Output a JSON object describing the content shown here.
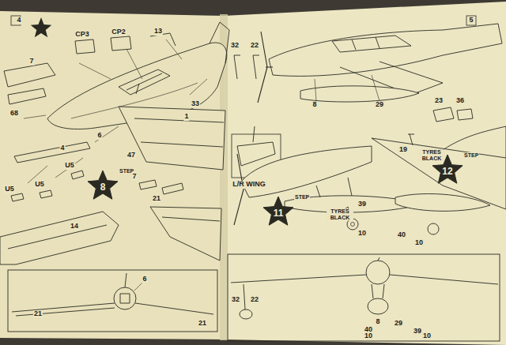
{
  "diagram": {
    "nodes": [
      {
        "text": [
          "STEP",
          "8"
        ]
      },
      {
        "text": [
          "STEP",
          "11"
        ]
      },
      {
        "text": [
          "STEP",
          "12"
        ]
      }
    ],
    "labels": [
      "4",
      "CP3",
      "CP2",
      "13",
      "7",
      "68",
      "33",
      "6",
      "1",
      "47",
      "4",
      "U5",
      "U5",
      "U5",
      "7",
      "21",
      "14",
      "6",
      "21",
      "21",
      "5",
      "32",
      "22",
      "8",
      "29",
      "23",
      "36",
      "L/R WING",
      "19",
      "TYRES BLACK",
      "39",
      "TYRES BLACK",
      "10",
      "40",
      "10",
      "32",
      "22",
      "8",
      "29",
      "40",
      "39",
      "10",
      "10"
    ]
  }
}
